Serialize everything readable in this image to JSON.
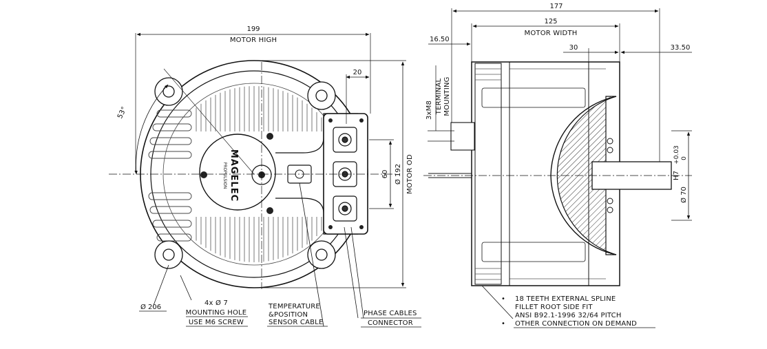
{
  "front_view": {
    "dimensions": {
      "motor_high_value": "199",
      "motor_high_label": "MOTOR HIGH",
      "width_20": "20",
      "height_60": "60",
      "angle": "53°",
      "outer_diameter": "Ø 192",
      "motor_od": "MOTOR OD",
      "flange_diameter": "Ø 206"
    },
    "logo_text": "MAGELEC",
    "logo_sub": "PROPULSION",
    "callouts": {
      "mounting_qty": "4x Ø 7",
      "mounting_hole": "MOUNTING HOLE",
      "use_screw": "USE M6 SCREW",
      "temp_line1": "TEMPERATURE",
      "temp_line2": "&POSITION",
      "temp_line3": "SENSOR CABLE",
      "phase_line1": "PHASE CABLES",
      "phase_line2": "CONNECTOR"
    }
  },
  "side_view": {
    "dimensions": {
      "overall": "177",
      "width_value": "125",
      "width_label": "MOTOR WIDTH",
      "left_offset": "16.50",
      "dim_30": "30",
      "dim_33": "33.50",
      "terminal_1": "3xM8",
      "terminal_2": "TERMINAL",
      "terminal_3": "MOUNTING",
      "tolerance": "H7 +0.03\n0",
      "tolerance_main": "H7",
      "tolerance_up": "+0.03",
      "tolerance_low": "0",
      "shaft_diameter": "Ø 70"
    },
    "notes": [
      "18 TEETH EXTERNAL  SPLINE",
      "FILLET ROOT SIDE FIT",
      "ANSI B92.1-1996  32/64 PITCH",
      "OTHER CONNECTION ON DEMAND"
    ]
  }
}
